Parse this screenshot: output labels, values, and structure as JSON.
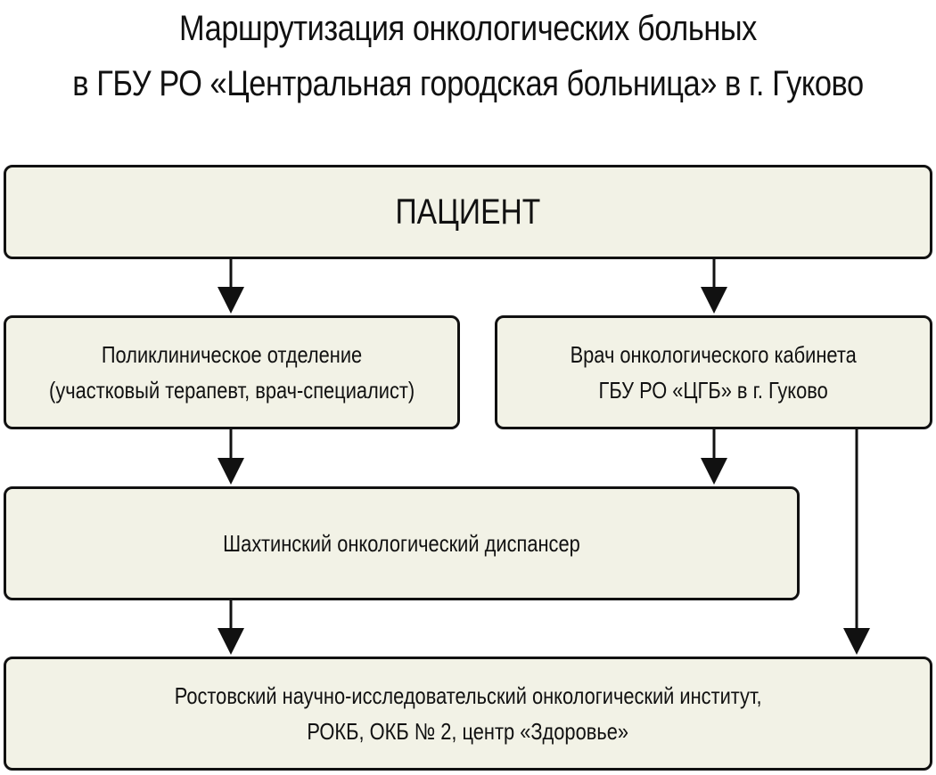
{
  "title": {
    "line1": "Маршрутизация онкологических больных",
    "line2": "в ГБУ РО «Центральная городская больница» в г. Гуково"
  },
  "nodes": {
    "patient": {
      "label": "ПАЦИЕНТ"
    },
    "clinic": {
      "line1": "Поликлиническое отделение",
      "line2": "(участковый терапевт, врач-специалист)"
    },
    "oncologist": {
      "line1": "Врач онкологического кабинета",
      "line2": "ГБУ РО «ЦГБ» в г. Гуково"
    },
    "dispensary": {
      "label": "Шахтинский онкологический диспансер"
    },
    "institute": {
      "line1": "Ростовский научно-исследовательский онкологический институт,",
      "line2": "РОКБ, ОКБ № 2, центр «Здоровье»"
    }
  },
  "edges": [
    {
      "from": "patient",
      "to": "clinic"
    },
    {
      "from": "patient",
      "to": "oncologist"
    },
    {
      "from": "clinic",
      "to": "dispensary"
    },
    {
      "from": "oncologist",
      "to": "dispensary"
    },
    {
      "from": "oncologist",
      "to": "institute"
    },
    {
      "from": "dispensary",
      "to": "institute"
    }
  ],
  "colors": {
    "box_fill": "#f2f2e6",
    "stroke": "#111111"
  }
}
